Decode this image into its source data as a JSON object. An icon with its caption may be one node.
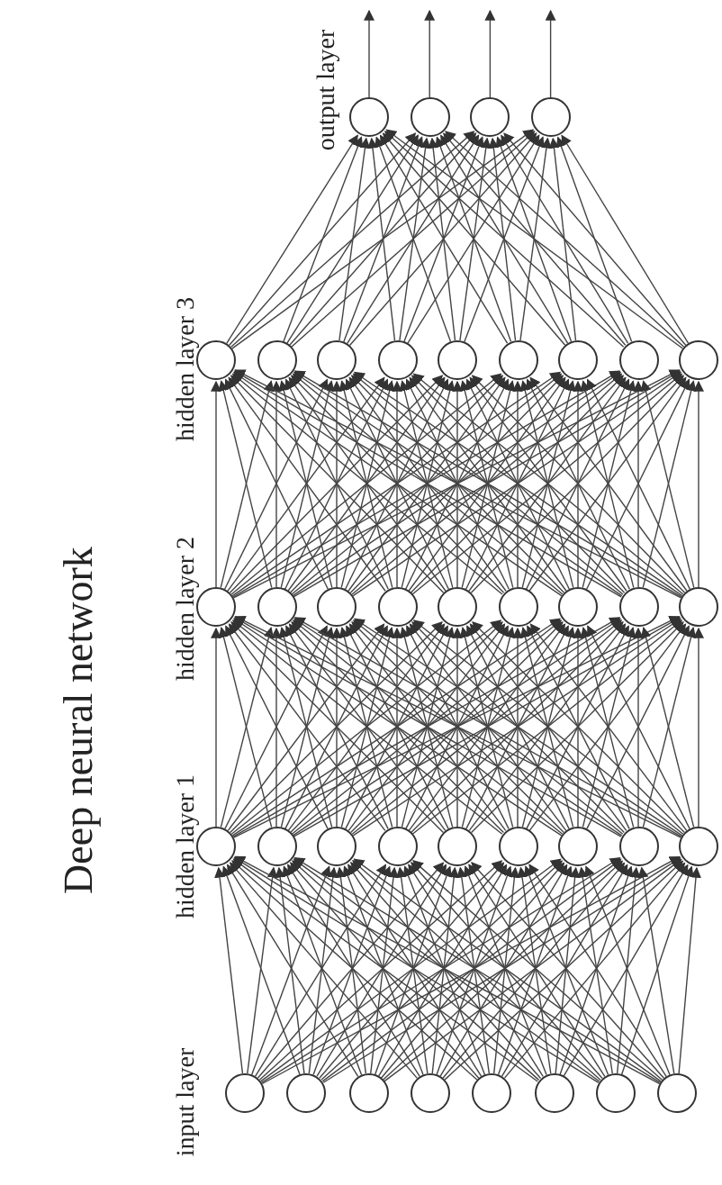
{
  "diagram": {
    "title": "Deep neural network",
    "nodes": [
      {
        "text": [],
        "shape": "circle"
      },
      {
        "text": [],
        "shape": "circle"
      },
      {
        "text": [],
        "shape": "circle"
      },
      {
        "text": [],
        "shape": "circle"
      },
      {
        "text": [],
        "shape": "circle"
      },
      {
        "text": [],
        "shape": "circle"
      },
      {
        "text": [],
        "shape": "circle"
      },
      {
        "text": [],
        "shape": "circle"
      },
      {
        "text": [],
        "shape": "circle"
      },
      {
        "text": [],
        "shape": "circle"
      },
      {
        "text": [],
        "shape": "circle"
      },
      {
        "text": [],
        "shape": "circle"
      },
      {
        "text": [],
        "shape": "circle"
      },
      {
        "text": [],
        "shape": "circle"
      },
      {
        "text": [],
        "shape": "circle"
      },
      {
        "text": [],
        "shape": "circle"
      },
      {
        "text": [],
        "shape": "circle"
      },
      {
        "text": [],
        "shape": "circle"
      },
      {
        "text": [],
        "shape": "circle"
      },
      {
        "text": [],
        "shape": "circle"
      },
      {
        "text": [],
        "shape": "circle"
      },
      {
        "text": [],
        "shape": "circle"
      },
      {
        "text": [],
        "shape": "circle"
      },
      {
        "text": [],
        "shape": "circle"
      },
      {
        "text": [],
        "shape": "circle"
      },
      {
        "text": [],
        "shape": "circle"
      },
      {
        "text": [],
        "shape": "circle"
      },
      {
        "text": [],
        "shape": "circle"
      },
      {
        "text": [],
        "shape": "circle"
      },
      {
        "text": [],
        "shape": "circle"
      },
      {
        "text": [],
        "shape": "circle"
      },
      {
        "text": [],
        "shape": "circle"
      },
      {
        "text": [],
        "shape": "circle"
      },
      {
        "text": [],
        "shape": "circle"
      },
      {
        "text": [],
        "shape": "circle"
      },
      {
        "text": [],
        "shape": "circle"
      },
      {
        "text": [],
        "shape": "circle"
      },
      {
        "text": [],
        "shape": "circle"
      },
      {
        "text": [],
        "shape": "circle"
      }
    ],
    "edges": [
      {
        "from": 31,
        "to": 22,
        "arrow": "to"
      },
      {
        "from": 31,
        "to": 23,
        "arrow": "to"
      },
      {
        "from": 31,
        "to": 24,
        "arrow": "to"
      },
      {
        "from": 31,
        "to": 25,
        "arrow": "to"
      },
      {
        "from": 31,
        "to": 26,
        "arrow": "to"
      },
      {
        "from": 31,
        "to": 27,
        "arrow": "to"
      },
      {
        "from": 31,
        "to": 28,
        "arrow": "to"
      },
      {
        "from": 31,
        "to": 29,
        "arrow": "to"
      },
      {
        "from": 31,
        "to": 30,
        "arrow": "to"
      },
      {
        "from": 32,
        "to": 22,
        "arrow": "to"
      },
      {
        "from": 32,
        "to": 23,
        "arrow": "to"
      },
      {
        "from": 32,
        "to": 24,
        "arrow": "to"
      },
      {
        "from": 32,
        "to": 25,
        "arrow": "to"
      },
      {
        "from": 32,
        "to": 26,
        "arrow": "to"
      },
      {
        "from": 32,
        "to": 27,
        "arrow": "to"
      },
      {
        "from": 32,
        "to": 28,
        "arrow": "to"
      },
      {
        "from": 32,
        "to": 29,
        "arrow": "to"
      },
      {
        "from": 32,
        "to": 30,
        "arrow": "to"
      },
      {
        "from": 33,
        "to": 22,
        "arrow": "to"
      },
      {
        "from": 33,
        "to": 23,
        "arrow": "to"
      },
      {
        "from": 33,
        "to": 24,
        "arrow": "to"
      },
      {
        "from": 33,
        "to": 25,
        "arrow": "to"
      },
      {
        "from": 33,
        "to": 26,
        "arrow": "to"
      },
      {
        "from": 33,
        "to": 27,
        "arrow": "to"
      },
      {
        "from": 33,
        "to": 28,
        "arrow": "to"
      },
      {
        "from": 33,
        "to": 29,
        "arrow": "to"
      },
      {
        "from": 33,
        "to": 30,
        "arrow": "to"
      },
      {
        "from": 34,
        "to": 22,
        "arrow": "to"
      },
      {
        "from": 34,
        "to": 23,
        "arrow": "to"
      },
      {
        "from": 34,
        "to": 24,
        "arrow": "to"
      },
      {
        "from": 34,
        "to": 25,
        "arrow": "to"
      },
      {
        "from": 34,
        "to": 26,
        "arrow": "to"
      },
      {
        "from": 34,
        "to": 27,
        "arrow": "to"
      },
      {
        "from": 34,
        "to": 28,
        "arrow": "to"
      },
      {
        "from": 34,
        "to": 29,
        "arrow": "to"
      },
      {
        "from": 34,
        "to": 30,
        "arrow": "to"
      },
      {
        "from": 35,
        "to": 22,
        "arrow": "to"
      },
      {
        "from": 35,
        "to": 23,
        "arrow": "to"
      },
      {
        "from": 35,
        "to": 24,
        "arrow": "to"
      },
      {
        "from": 35,
        "to": 25,
        "arrow": "to"
      },
      {
        "from": 35,
        "to": 26,
        "arrow": "to"
      },
      {
        "from": 35,
        "to": 27,
        "arrow": "to"
      },
      {
        "from": 35,
        "to": 28,
        "arrow": "to"
      },
      {
        "from": 35,
        "to": 29,
        "arrow": "to"
      },
      {
        "from": 35,
        "to": 30,
        "arrow": "to"
      },
      {
        "from": 36,
        "to": 22,
        "arrow": "to"
      },
      {
        "from": 36,
        "to": 23,
        "arrow": "to"
      },
      {
        "from": 36,
        "to": 24,
        "arrow": "to"
      },
      {
        "from": 36,
        "to": 25,
        "arrow": "to"
      },
      {
        "from": 36,
        "to": 26,
        "arrow": "to"
      },
      {
        "from": 36,
        "to": 27,
        "arrow": "to"
      },
      {
        "from": 36,
        "to": 28,
        "arrow": "to"
      },
      {
        "from": 36,
        "to": 29,
        "arrow": "to"
      },
      {
        "from": 36,
        "to": 30,
        "arrow": "to"
      },
      {
        "from": 37,
        "to": 22,
        "arrow": "to"
      },
      {
        "from": 37,
        "to": 23,
        "arrow": "to"
      },
      {
        "from": 37,
        "to": 24,
        "arrow": "to"
      },
      {
        "from": 37,
        "to": 25,
        "arrow": "to"
      },
      {
        "from": 37,
        "to": 26,
        "arrow": "to"
      },
      {
        "from": 37,
        "to": 27,
        "arrow": "to"
      },
      {
        "from": 37,
        "to": 28,
        "arrow": "to"
      },
      {
        "from": 37,
        "to": 29,
        "arrow": "to"
      },
      {
        "from": 37,
        "to": 30,
        "arrow": "to"
      },
      {
        "from": 38,
        "to": 22,
        "arrow": "to"
      },
      {
        "from": 38,
        "to": 23,
        "arrow": "to"
      },
      {
        "from": 38,
        "to": 24,
        "arrow": "to"
      },
      {
        "from": 38,
        "to": 25,
        "arrow": "to"
      },
      {
        "from": 38,
        "to": 26,
        "arrow": "to"
      },
      {
        "from": 38,
        "to": 27,
        "arrow": "to"
      },
      {
        "from": 38,
        "to": 28,
        "arrow": "to"
      },
      {
        "from": 38,
        "to": 29,
        "arrow": "to"
      },
      {
        "from": 38,
        "to": 30,
        "arrow": "to"
      },
      {
        "from": 22,
        "to": 13,
        "arrow": "to"
      },
      {
        "from": 22,
        "to": 14,
        "arrow": "to"
      },
      {
        "from": 22,
        "to": 15,
        "arrow": "to"
      },
      {
        "from": 22,
        "to": 16,
        "arrow": "to"
      },
      {
        "from": 22,
        "to": 17,
        "arrow": "to"
      },
      {
        "from": 22,
        "to": 18,
        "arrow": "to"
      },
      {
        "from": 22,
        "to": 19,
        "arrow": "to"
      },
      {
        "from": 22,
        "to": 20,
        "arrow": "to"
      },
      {
        "from": 22,
        "to": 21,
        "arrow": "to"
      },
      {
        "from": 23,
        "to": 13,
        "arrow": "to"
      },
      {
        "from": 23,
        "to": 14,
        "arrow": "to"
      },
      {
        "from": 23,
        "to": 15,
        "arrow": "to"
      },
      {
        "from": 23,
        "to": 16,
        "arrow": "to"
      },
      {
        "from": 23,
        "to": 17,
        "arrow": "to"
      },
      {
        "from": 23,
        "to": 18,
        "arrow": "to"
      },
      {
        "from": 23,
        "to": 19,
        "arrow": "to"
      },
      {
        "from": 23,
        "to": 20,
        "arrow": "to"
      },
      {
        "from": 23,
        "to": 21,
        "arrow": "to"
      },
      {
        "from": 24,
        "to": 13,
        "arrow": "to"
      },
      {
        "from": 24,
        "to": 14,
        "arrow": "to"
      },
      {
        "from": 24,
        "to": 15,
        "arrow": "to"
      },
      {
        "from": 24,
        "to": 16,
        "arrow": "to"
      },
      {
        "from": 24,
        "to": 17,
        "arrow": "to"
      },
      {
        "from": 24,
        "to": 18,
        "arrow": "to"
      },
      {
        "from": 24,
        "to": 19,
        "arrow": "to"
      },
      {
        "from": 24,
        "to": 20,
        "arrow": "to"
      },
      {
        "from": 24,
        "to": 21,
        "arrow": "to"
      },
      {
        "from": 25,
        "to": 13,
        "arrow": "to"
      },
      {
        "from": 25,
        "to": 14,
        "arrow": "to"
      },
      {
        "from": 25,
        "to": 15,
        "arrow": "to"
      },
      {
        "from": 25,
        "to": 16,
        "arrow": "to"
      },
      {
        "from": 25,
        "to": 17,
        "arrow": "to"
      },
      {
        "from": 25,
        "to": 18,
        "arrow": "to"
      },
      {
        "from": 25,
        "to": 19,
        "arrow": "to"
      },
      {
        "from": 25,
        "to": 20,
        "arrow": "to"
      },
      {
        "from": 25,
        "to": 21,
        "arrow": "to"
      },
      {
        "from": 26,
        "to": 13,
        "arrow": "to"
      },
      {
        "from": 26,
        "to": 14,
        "arrow": "to"
      },
      {
        "from": 26,
        "to": 15,
        "arrow": "to"
      },
      {
        "from": 26,
        "to": 16,
        "arrow": "to"
      },
      {
        "from": 26,
        "to": 17,
        "arrow": "to"
      },
      {
        "from": 26,
        "to": 18,
        "arrow": "to"
      },
      {
        "from": 26,
        "to": 19,
        "arrow": "to"
      },
      {
        "from": 26,
        "to": 20,
        "arrow": "to"
      },
      {
        "from": 26,
        "to": 21,
        "arrow": "to"
      },
      {
        "from": 27,
        "to": 13,
        "arrow": "to"
      },
      {
        "from": 27,
        "to": 14,
        "arrow": "to"
      },
      {
        "from": 27,
        "to": 15,
        "arrow": "to"
      },
      {
        "from": 27,
        "to": 16,
        "arrow": "to"
      },
      {
        "from": 27,
        "to": 17,
        "arrow": "to"
      },
      {
        "from": 27,
        "to": 18,
        "arrow": "to"
      },
      {
        "from": 27,
        "to": 19,
        "arrow": "to"
      },
      {
        "from": 27,
        "to": 20,
        "arrow": "to"
      },
      {
        "from": 27,
        "to": 21,
        "arrow": "to"
      },
      {
        "from": 28,
        "to": 13,
        "arrow": "to"
      },
      {
        "from": 28,
        "to": 14,
        "arrow": "to"
      },
      {
        "from": 28,
        "to": 15,
        "arrow": "to"
      },
      {
        "from": 28,
        "to": 16,
        "arrow": "to"
      },
      {
        "from": 28,
        "to": 17,
        "arrow": "to"
      },
      {
        "from": 28,
        "to": 18,
        "arrow": "to"
      },
      {
        "from": 28,
        "to": 19,
        "arrow": "to"
      },
      {
        "from": 28,
        "to": 20,
        "arrow": "to"
      },
      {
        "from": 28,
        "to": 21,
        "arrow": "to"
      },
      {
        "from": 29,
        "to": 13,
        "arrow": "to"
      },
      {
        "from": 29,
        "to": 14,
        "arrow": "to"
      },
      {
        "from": 29,
        "to": 15,
        "arrow": "to"
      },
      {
        "from": 29,
        "to": 16,
        "arrow": "to"
      },
      {
        "from": 29,
        "to": 17,
        "arrow": "to"
      },
      {
        "from": 29,
        "to": 18,
        "arrow": "to"
      },
      {
        "from": 29,
        "to": 19,
        "arrow": "to"
      },
      {
        "from": 29,
        "to": 20,
        "arrow": "to"
      },
      {
        "from": 29,
        "to": 21,
        "arrow": "to"
      },
      {
        "from": 30,
        "to": 13,
        "arrow": "to"
      },
      {
        "from": 30,
        "to": 14,
        "arrow": "to"
      },
      {
        "from": 30,
        "to": 15,
        "arrow": "to"
      },
      {
        "from": 30,
        "to": 16,
        "arrow": "to"
      },
      {
        "from": 30,
        "to": 17,
        "arrow": "to"
      },
      {
        "from": 30,
        "to": 18,
        "arrow": "to"
      },
      {
        "from": 30,
        "to": 19,
        "arrow": "to"
      },
      {
        "from": 30,
        "to": 20,
        "arrow": "to"
      },
      {
        "from": 30,
        "to": 21,
        "arrow": "to"
      },
      {
        "from": 13,
        "to": 4,
        "arrow": "to"
      },
      {
        "from": 13,
        "to": 5,
        "arrow": "to"
      },
      {
        "from": 13,
        "to": 6,
        "arrow": "to"
      },
      {
        "from": 13,
        "to": 7,
        "arrow": "to"
      },
      {
        "from": 13,
        "to": 8,
        "arrow": "to"
      },
      {
        "from": 13,
        "to": 9,
        "arrow": "to"
      },
      {
        "from": 13,
        "to": 10,
        "arrow": "to"
      },
      {
        "from": 13,
        "to": 11,
        "arrow": "to"
      },
      {
        "from": 13,
        "to": 12,
        "arrow": "to"
      },
      {
        "from": 14,
        "to": 4,
        "arrow": "to"
      },
      {
        "from": 14,
        "to": 5,
        "arrow": "to"
      },
      {
        "from": 14,
        "to": 6,
        "arrow": "to"
      },
      {
        "from": 14,
        "to": 7,
        "arrow": "to"
      },
      {
        "from": 14,
        "to": 8,
        "arrow": "to"
      },
      {
        "from": 14,
        "to": 9,
        "arrow": "to"
      },
      {
        "from": 14,
        "to": 10,
        "arrow": "to"
      },
      {
        "from": 14,
        "to": 11,
        "arrow": "to"
      },
      {
        "from": 14,
        "to": 12,
        "arrow": "to"
      },
      {
        "from": 15,
        "to": 4,
        "arrow": "to"
      },
      {
        "from": 15,
        "to": 5,
        "arrow": "to"
      },
      {
        "from": 15,
        "to": 6,
        "arrow": "to"
      },
      {
        "from": 15,
        "to": 7,
        "arrow": "to"
      },
      {
        "from": 15,
        "to": 8,
        "arrow": "to"
      },
      {
        "from": 15,
        "to": 9,
        "arrow": "to"
      },
      {
        "from": 15,
        "to": 10,
        "arrow": "to"
      },
      {
        "from": 15,
        "to": 11,
        "arrow": "to"
      },
      {
        "from": 15,
        "to": 12,
        "arrow": "to"
      },
      {
        "from": 16,
        "to": 4,
        "arrow": "to"
      },
      {
        "from": 16,
        "to": 5,
        "arrow": "to"
      },
      {
        "from": 16,
        "to": 6,
        "arrow": "to"
      },
      {
        "from": 16,
        "to": 7,
        "arrow": "to"
      },
      {
        "from": 16,
        "to": 8,
        "arrow": "to"
      },
      {
        "from": 16,
        "to": 9,
        "arrow": "to"
      },
      {
        "from": 16,
        "to": 10,
        "arrow": "to"
      },
      {
        "from": 16,
        "to": 11,
        "arrow": "to"
      },
      {
        "from": 16,
        "to": 12,
        "arrow": "to"
      },
      {
        "from": 17,
        "to": 4,
        "arrow": "to"
      },
      {
        "from": 17,
        "to": 5,
        "arrow": "to"
      },
      {
        "from": 17,
        "to": 6,
        "arrow": "to"
      },
      {
        "from": 17,
        "to": 7,
        "arrow": "to"
      },
      {
        "from": 17,
        "to": 8,
        "arrow": "to"
      },
      {
        "from": 17,
        "to": 9,
        "arrow": "to"
      },
      {
        "from": 17,
        "to": 10,
        "arrow": "to"
      },
      {
        "from": 17,
        "to": 11,
        "arrow": "to"
      },
      {
        "from": 17,
        "to": 12,
        "arrow": "to"
      },
      {
        "from": 18,
        "to": 4,
        "arrow": "to"
      },
      {
        "from": 18,
        "to": 5,
        "arrow": "to"
      },
      {
        "from": 18,
        "to": 6,
        "arrow": "to"
      },
      {
        "from": 18,
        "to": 7,
        "arrow": "to"
      },
      {
        "from": 18,
        "to": 8,
        "arrow": "to"
      },
      {
        "from": 18,
        "to": 9,
        "arrow": "to"
      },
      {
        "from": 18,
        "to": 10,
        "arrow": "to"
      },
      {
        "from": 18,
        "to": 11,
        "arrow": "to"
      },
      {
        "from": 18,
        "to": 12,
        "arrow": "to"
      },
      {
        "from": 19,
        "to": 4,
        "arrow": "to"
      },
      {
        "from": 19,
        "to": 5,
        "arrow": "to"
      },
      {
        "from": 19,
        "to": 6,
        "arrow": "to"
      },
      {
        "from": 19,
        "to": 7,
        "arrow": "to"
      },
      {
        "from": 19,
        "to": 8,
        "arrow": "to"
      },
      {
        "from": 19,
        "to": 9,
        "arrow": "to"
      },
      {
        "from": 19,
        "to": 10,
        "arrow": "to"
      },
      {
        "from": 19,
        "to": 11,
        "arrow": "to"
      },
      {
        "from": 19,
        "to": 12,
        "arrow": "to"
      },
      {
        "from": 20,
        "to": 4,
        "arrow": "to"
      },
      {
        "from": 20,
        "to": 5,
        "arrow": "to"
      },
      {
        "from": 20,
        "to": 6,
        "arrow": "to"
      },
      {
        "from": 20,
        "to": 7,
        "arrow": "to"
      },
      {
        "from": 20,
        "to": 8,
        "arrow": "to"
      },
      {
        "from": 20,
        "to": 9,
        "arrow": "to"
      },
      {
        "from": 20,
        "to": 10,
        "arrow": "to"
      },
      {
        "from": 20,
        "to": 11,
        "arrow": "to"
      },
      {
        "from": 20,
        "to": 12,
        "arrow": "to"
      },
      {
        "from": 21,
        "to": 4,
        "arrow": "to"
      },
      {
        "from": 21,
        "to": 5,
        "arrow": "to"
      },
      {
        "from": 21,
        "to": 6,
        "arrow": "to"
      },
      {
        "from": 21,
        "to": 7,
        "arrow": "to"
      },
      {
        "from": 21,
        "to": 8,
        "arrow": "to"
      },
      {
        "from": 21,
        "to": 9,
        "arrow": "to"
      },
      {
        "from": 21,
        "to": 10,
        "arrow": "to"
      },
      {
        "from": 21,
        "to": 11,
        "arrow": "to"
      },
      {
        "from": 21,
        "to": 12,
        "arrow": "to"
      },
      {
        "from": 4,
        "to": 0,
        "arrow": "to"
      },
      {
        "from": 4,
        "to": 1,
        "arrow": "to"
      },
      {
        "from": 4,
        "to": 2,
        "arrow": "to"
      },
      {
        "from": 4,
        "to": 3,
        "arrow": "to"
      },
      {
        "from": 5,
        "to": 0,
        "arrow": "to"
      },
      {
        "from": 5,
        "to": 1,
        "arrow": "to"
      },
      {
        "from": 5,
        "to": 2,
        "arrow": "to"
      },
      {
        "from": 5,
        "to": 3,
        "arrow": "to"
      },
      {
        "from": 6,
        "to": 0,
        "arrow": "to"
      },
      {
        "from": 6,
        "to": 1,
        "arrow": "to"
      },
      {
        "from": 6,
        "to": 2,
        "arrow": "to"
      },
      {
        "from": 6,
        "to": 3,
        "arrow": "to"
      },
      {
        "from": 7,
        "to": 0,
        "arrow": "to"
      },
      {
        "from": 7,
        "to": 1,
        "arrow": "to"
      },
      {
        "from": 7,
        "to": 2,
        "arrow": "to"
      },
      {
        "from": 7,
        "to": 3,
        "arrow": "to"
      },
      {
        "from": 8,
        "to": 0,
        "arrow": "to"
      },
      {
        "from": 8,
        "to": 1,
        "arrow": "to"
      },
      {
        "from": 8,
        "to": 2,
        "arrow": "to"
      },
      {
        "from": 8,
        "to": 3,
        "arrow": "to"
      },
      {
        "from": 9,
        "to": 0,
        "arrow": "to"
      },
      {
        "from": 9,
        "to": 1,
        "arrow": "to"
      },
      {
        "from": 9,
        "to": 2,
        "arrow": "to"
      },
      {
        "from": 9,
        "to": 3,
        "arrow": "to"
      },
      {
        "from": 10,
        "to": 0,
        "arrow": "to"
      },
      {
        "from": 10,
        "to": 1,
        "arrow": "to"
      },
      {
        "from": 10,
        "to": 2,
        "arrow": "to"
      },
      {
        "from": 10,
        "to": 3,
        "arrow": "to"
      },
      {
        "from": 11,
        "to": 0,
        "arrow": "to"
      },
      {
        "from": 11,
        "to": 1,
        "arrow": "to"
      },
      {
        "from": 11,
        "to": 2,
        "arrow": "to"
      },
      {
        "from": 11,
        "to": 3,
        "arrow": "to"
      },
      {
        "from": 12,
        "to": 0,
        "arrow": "to"
      },
      {
        "from": 12,
        "to": 1,
        "arrow": "to"
      },
      {
        "from": 12,
        "to": 2,
        "arrow": "to"
      },
      {
        "from": 12,
        "to": 3,
        "arrow": "to"
      },
      {
        "from": 0,
        "to": null,
        "arrow": "to"
      },
      {
        "from": 1,
        "to": null,
        "arrow": "to"
      },
      {
        "from": 2,
        "to": null,
        "arrow": "to"
      },
      {
        "from": 3,
        "to": null,
        "arrow": "to"
      }
    ],
    "labels": [
      "output layer",
      "hidden layer 3",
      "hidden layer 2",
      "hidden layer 1",
      "input layer"
    ]
  }
}
